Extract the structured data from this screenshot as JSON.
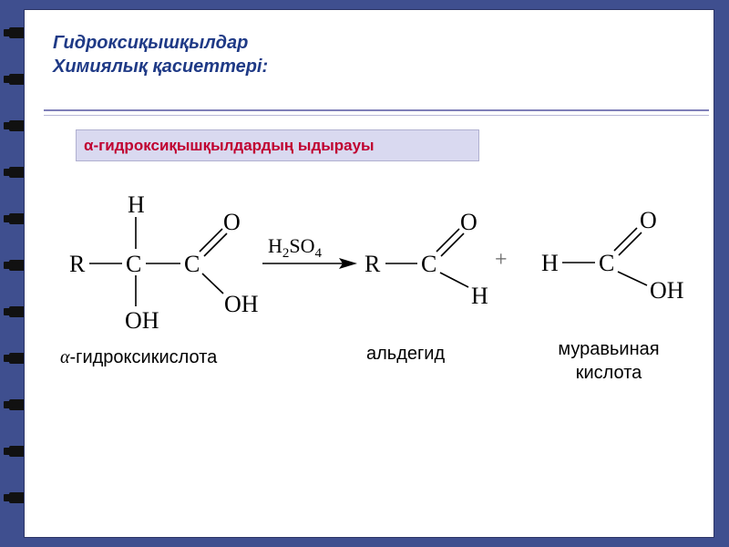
{
  "title": {
    "line1": "Гидроксиқышқылдар",
    "line2": "Химиялық қасиеттері:"
  },
  "reaction_label": "α-гидроксиқышқылдардың ыдырауы",
  "scheme": {
    "reactant": {
      "H": "H",
      "R": "R",
      "C1": "C",
      "C2": "C",
      "O": "O",
      "OH_bottom": "OH",
      "OH_right": "OH"
    },
    "catalyst": {
      "prefix": "H",
      "sub1": "2",
      "mid": "SO",
      "sub2": "4"
    },
    "aldehyde": {
      "R": "R",
      "C": "C",
      "O": "O",
      "H": "H"
    },
    "plus": "+",
    "acid": {
      "H": "H",
      "C": "C",
      "O": "O",
      "OH": "OH"
    }
  },
  "captions": {
    "reactant_greek": "α",
    "reactant": "-гидроксикислота",
    "aldehyde": "альдегид",
    "acid_line1": "муравьиная",
    "acid_line2": "кислота"
  }
}
